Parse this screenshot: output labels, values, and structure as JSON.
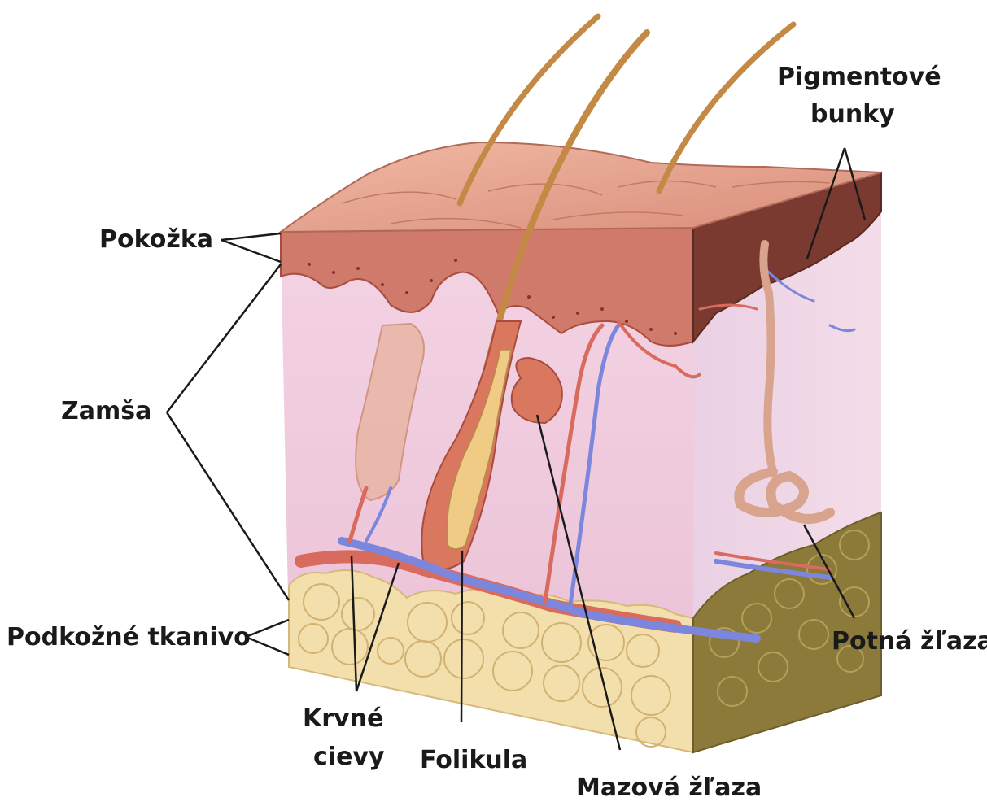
{
  "labels": {
    "pokozka": "Pokožka",
    "zamsa": "Zamša",
    "podkozne": "Podkožné tkanivo",
    "krvne_line1": "Krvné",
    "krvne_line2": "cievy",
    "folikula": "Folikula",
    "mazova": "Mazová žľaza",
    "potna": "Potná žľaza",
    "pigment_line1": "Pigmentové",
    "pigment_line2": "bunky"
  },
  "colors": {
    "skin_surface": "#e6a48e",
    "epidermis": "#c9685a",
    "dermis": "#efc6dc",
    "fat": "#f2dfac",
    "artery": "#d96a5e",
    "vein": "#7c86dc",
    "hair": "#c48a45",
    "leader": "#1a1a1a"
  }
}
